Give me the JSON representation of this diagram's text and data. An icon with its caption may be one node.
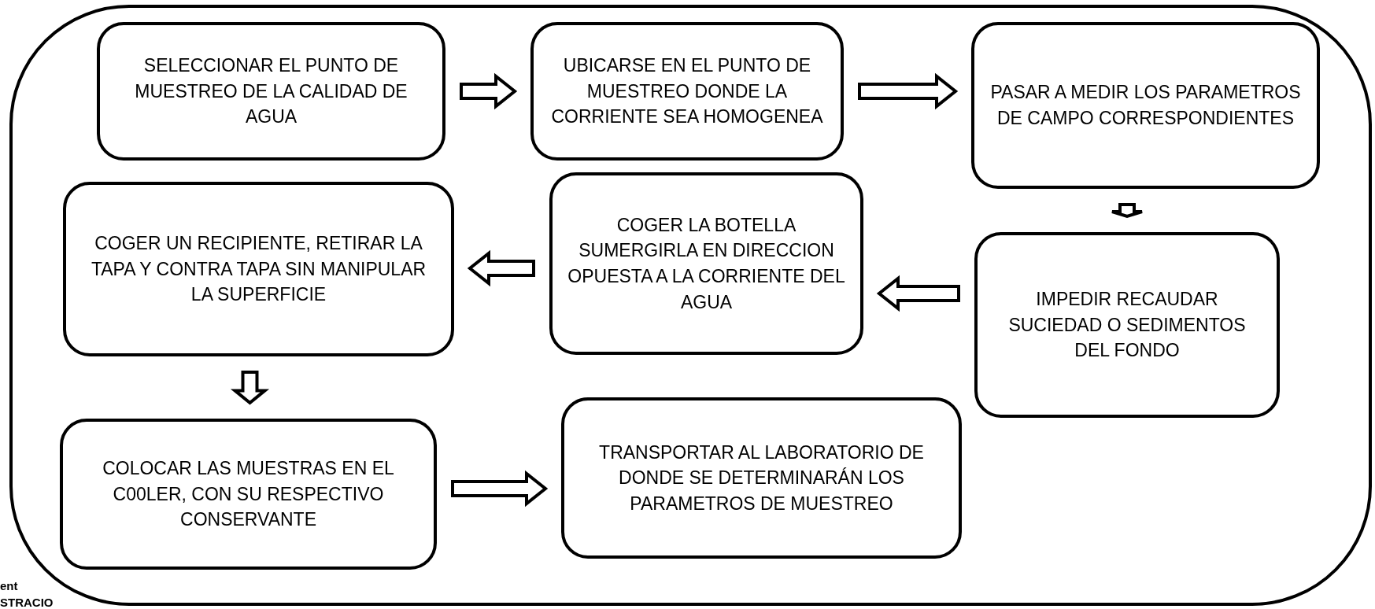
{
  "diagram": {
    "nodes": [
      {
        "text": [
          "SELECCIONAR EL PUNTO DE MUESTREO DE LA CALIDAD DE AGUA"
        ]
      },
      {
        "text": [
          "UBICARSE EN EL PUNTO DE MUESTREO DONDE LA CORRIENTE SEA HOMOGENEA"
        ]
      },
      {
        "text": [
          "PASAR A MEDIR LOS PARAMETROS DE CAMPO CORRESPONDIENTES"
        ]
      },
      {
        "text": [
          "IMPEDIR RECAUDAR SUCIEDAD O SEDIMENTOS DEL FONDO"
        ]
      },
      {
        "text": [
          "COGER LA BOTELLA SUMERGIRLA EN DIRECCION OPUESTA A LA CORRIENTE DEL AGUA"
        ]
      },
      {
        "text": [
          "COGER UN RECIPIENTE, RETIRAR LA TAPA Y CONTRA TAPA SIN MANIPULAR LA SUPERFICIE"
        ]
      },
      {
        "text": [
          "COLOCAR LAS MUESTRAS EN EL C00LER, CON SU RESPECTIVO CONSERVANTE"
        ]
      },
      {
        "text": [
          "TRANSPORTAR AL LABORATORIO DE DONDE SE DETERMINARÁN LOS PARAMETROS DE MUESTREO"
        ]
      }
    ],
    "edges": [
      {
        "from": 0,
        "to": 1,
        "arrow": "to"
      },
      {
        "from": 1,
        "to": 2,
        "arrow": "to"
      },
      {
        "from": 2,
        "to": 3,
        "arrow": "to"
      },
      {
        "from": 3,
        "to": 4,
        "arrow": "to"
      },
      {
        "from": 4,
        "to": 5,
        "arrow": "to"
      },
      {
        "from": 5,
        "to": 6,
        "arrow": "to"
      },
      {
        "from": 6,
        "to": 7,
        "arrow": "to"
      }
    ],
    "labels": [
      "ent",
      "STRACIO"
    ]
  }
}
